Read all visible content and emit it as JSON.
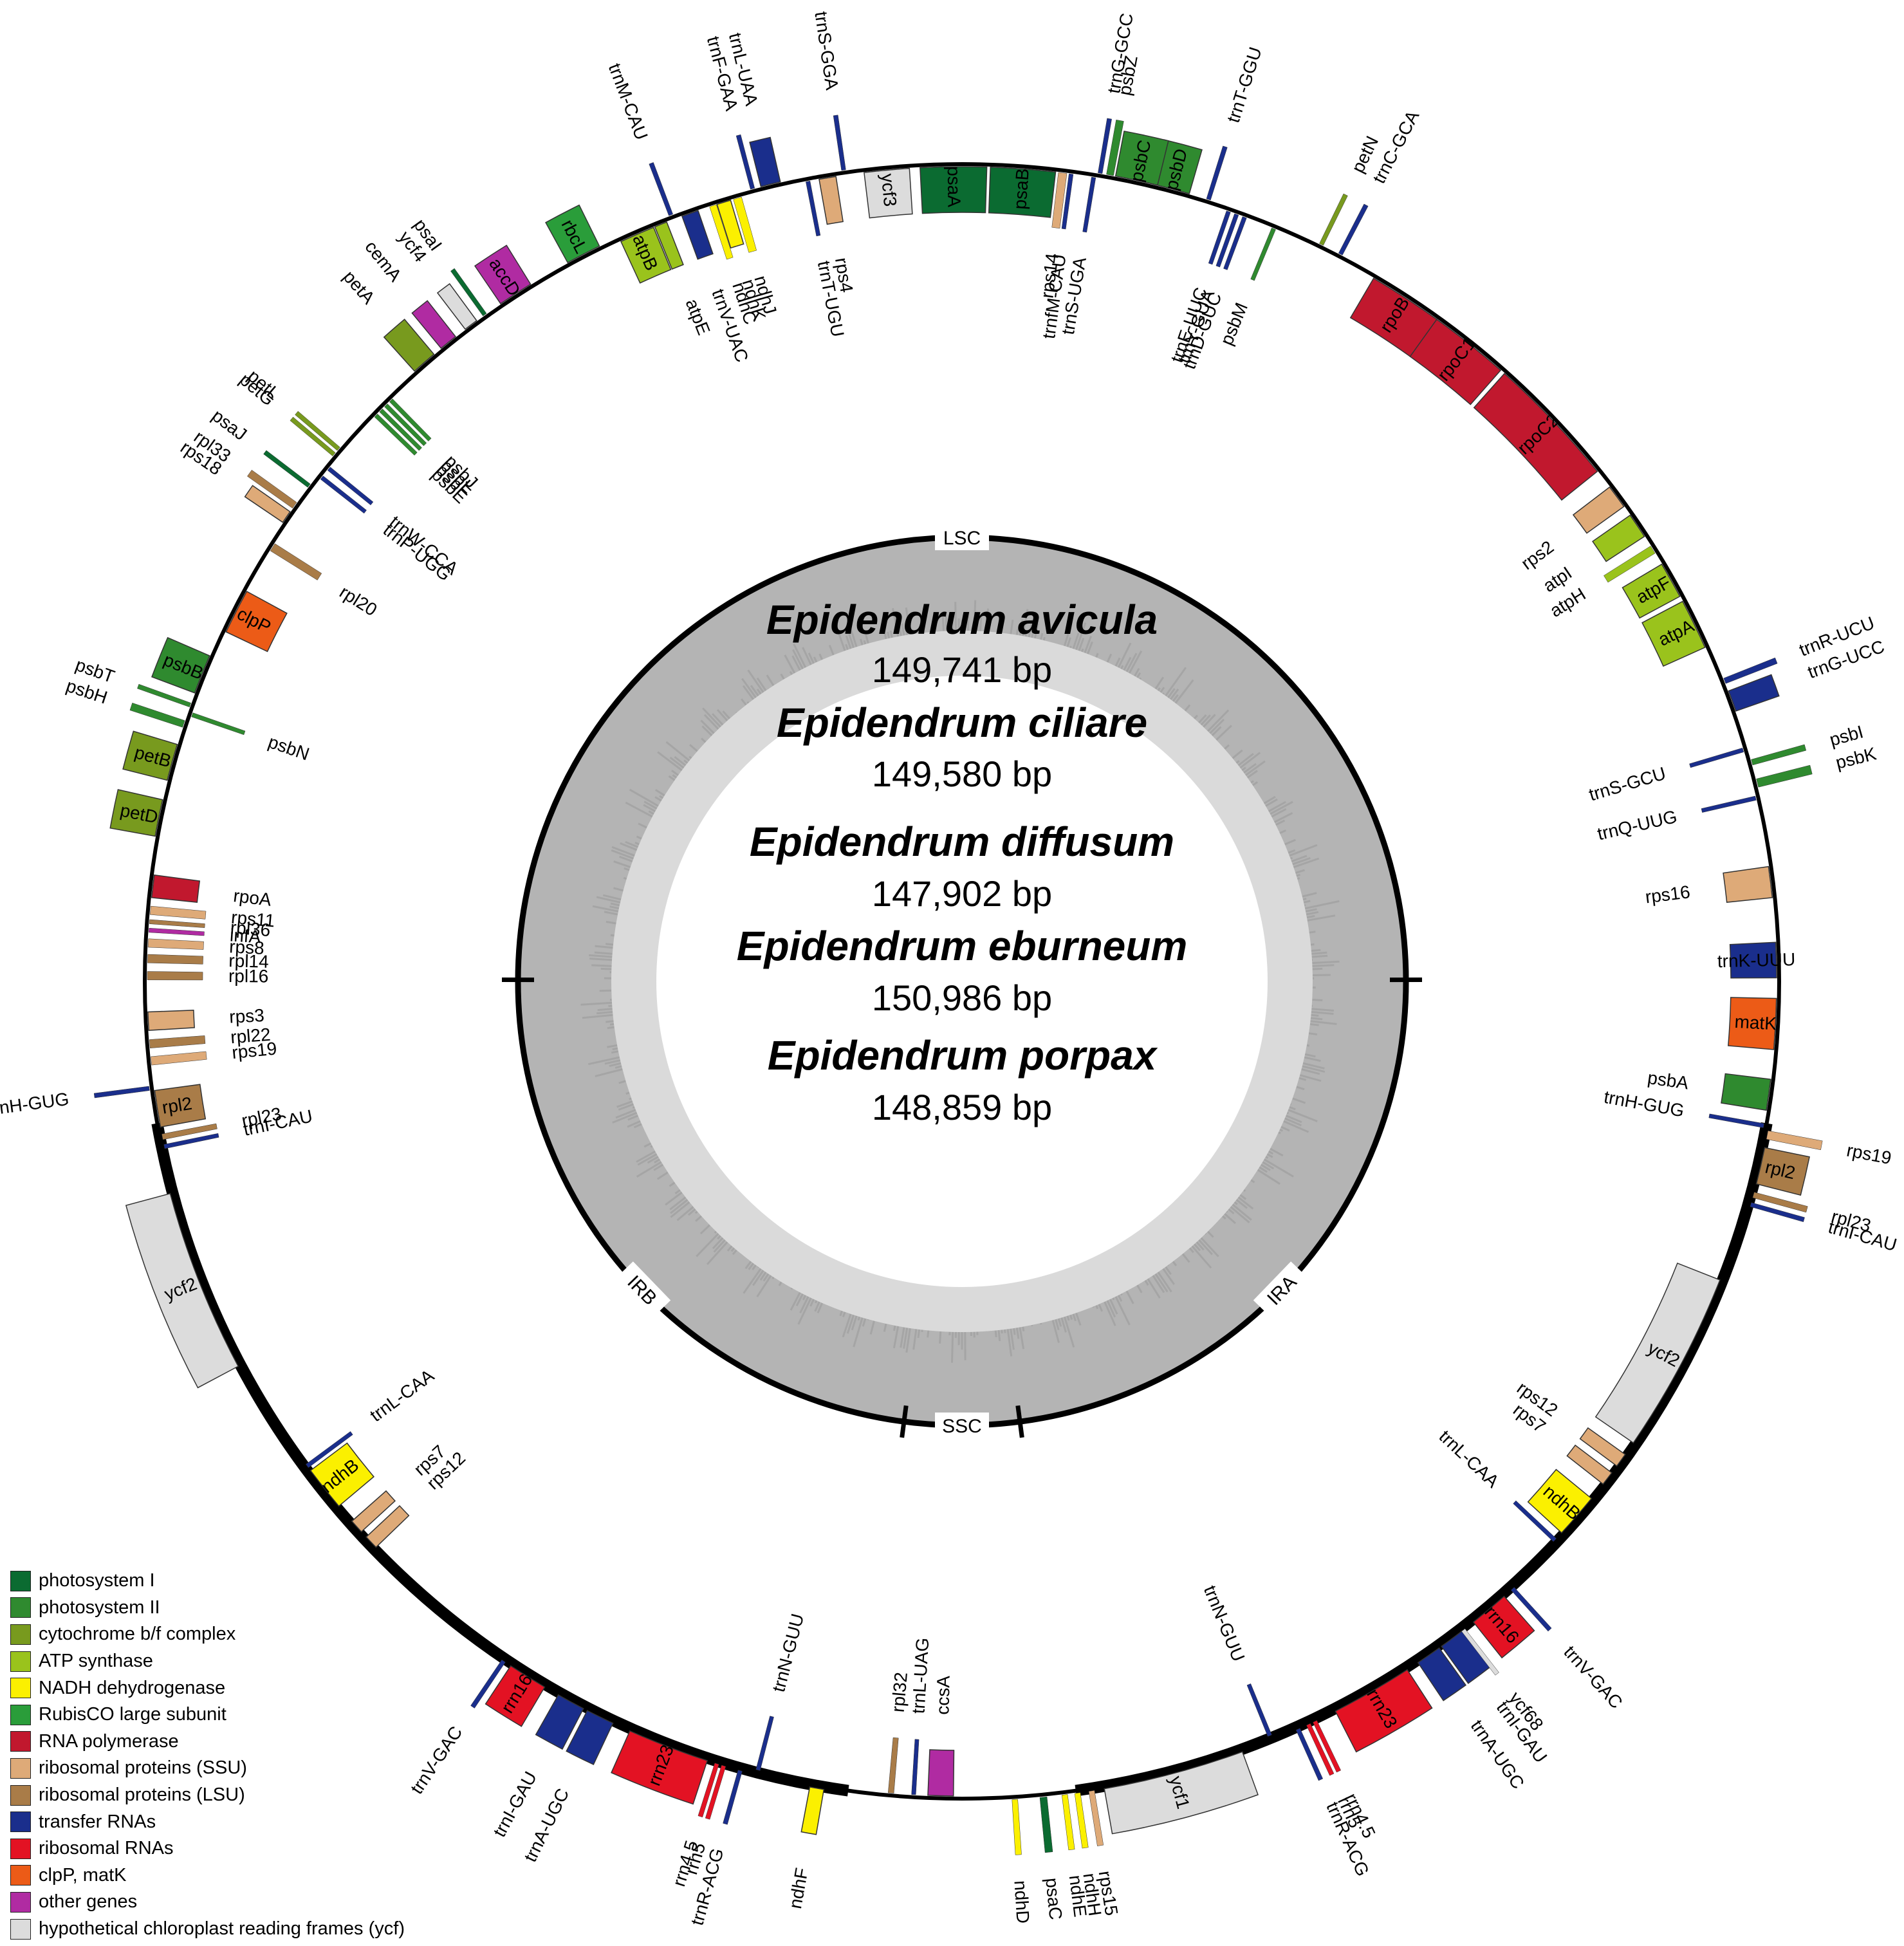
{
  "species": [
    {
      "name": "Epidendrum avicula",
      "size": "149,741 bp"
    },
    {
      "name": "Epidendrum ciliare",
      "size": "149,580 bp"
    },
    {
      "name": "Epidendrum diffusum",
      "size": "147,902 bp"
    },
    {
      "name": "Epidendrum eburneum",
      "size": "150,986 bp"
    },
    {
      "name": "Epidendrum porpax",
      "size": "148,859 bp"
    }
  ],
  "regions": [
    {
      "label": "LSC",
      "angle": 0
    },
    {
      "label": "IRA",
      "angle": 134
    },
    {
      "label": "SSC",
      "angle": 180
    },
    {
      "label": "IRB",
      "angle": 226
    }
  ],
  "legend": [
    {
      "key": "psI",
      "label": "photosystem I",
      "color": "#0b6b31"
    },
    {
      "key": "psII",
      "label": "photosystem II",
      "color": "#2f8a2f"
    },
    {
      "key": "cyt",
      "label": "cytochrome b/f complex",
      "color": "#789a1e"
    },
    {
      "key": "atp",
      "label": "ATP synthase",
      "color": "#9ac31c"
    },
    {
      "key": "ndh",
      "label": "NADH dehydrogenase",
      "color": "#fbf000"
    },
    {
      "key": "rbc",
      "label": "RubisCO large subunit",
      "color": "#2a9d3a"
    },
    {
      "key": "rpo",
      "label": "RNA polymerase",
      "color": "#c1182e"
    },
    {
      "key": "ssu",
      "label": "ribosomal proteins (SSU)",
      "color": "#deaa78"
    },
    {
      "key": "lsu",
      "label": "ribosomal proteins (LSU)",
      "color": "#a97c48"
    },
    {
      "key": "trna",
      "label": "transfer RNAs",
      "color": "#1a2e8c"
    },
    {
      "key": "rrna",
      "label": "ribosomal RNAs",
      "color": "#e31223"
    },
    {
      "key": "clp",
      "label": "clpP, matK",
      "color": "#ec5b17"
    },
    {
      "key": "oth",
      "label": "other genes",
      "color": "#b02ba2"
    },
    {
      "key": "ycf",
      "label": "hypothetical chloroplast reading frames (ycf)",
      "color": "#dcdcdc"
    }
  ],
  "genes": [
    {
      "name": "psbA",
      "angle": 98,
      "width": 2.2,
      "strand": "in",
      "cat": "psII"
    },
    {
      "name": "matK",
      "angle": 93,
      "width": 3.6,
      "strand": "in",
      "cat": "clp"
    },
    {
      "name": "trnK-UUU",
      "angle": 88.5,
      "width": 2.5,
      "strand": "in",
      "cat": "trna"
    },
    {
      "name": "rps16",
      "angle": 83,
      "width": 2.2,
      "strand": "in",
      "cat": "ssu"
    },
    {
      "name": "trnQ-UUG",
      "angle": 77,
      "width": 0.3,
      "strand": "in",
      "cat": "trna"
    },
    {
      "name": "psbK",
      "angle": 76,
      "width": 0.6,
      "strand": "out",
      "cat": "psII"
    },
    {
      "name": "psbI",
      "angle": 74.5,
      "width": 0.4,
      "strand": "out",
      "cat": "psII"
    },
    {
      "name": "trnS-GCU",
      "angle": 73.5,
      "width": 0.3,
      "strand": "in",
      "cat": "trna"
    },
    {
      "name": "trnG-UCC",
      "angle": 70,
      "width": 1.5,
      "strand": "out",
      "cat": "trna"
    },
    {
      "name": "trnR-UCU",
      "angle": 68.5,
      "width": 0.4,
      "strand": "out",
      "cat": "trna"
    },
    {
      "name": "atpA",
      "angle": 64,
      "width": 3.6,
      "strand": "in",
      "cat": "atp"
    },
    {
      "name": "atpF",
      "angle": 60.5,
      "width": 2.6,
      "strand": "in",
      "cat": "atp"
    },
    {
      "name": "atpH",
      "angle": 58,
      "width": 0.6,
      "strand": "in",
      "cat": "atp"
    },
    {
      "name": "atpI",
      "angle": 56,
      "width": 1.8,
      "strand": "in",
      "cat": "atp"
    },
    {
      "name": "rps2",
      "angle": 53.5,
      "width": 1.7,
      "strand": "in",
      "cat": "ssu"
    },
    {
      "name": "rpoC2",
      "angle": 46.5,
      "width": 9.5,
      "strand": "in",
      "cat": "rpo"
    },
    {
      "name": "rpoC1",
      "angle": 38.5,
      "width": 5.8,
      "strand": "in",
      "cat": "rpo"
    },
    {
      "name": "rpoB",
      "angle": 33,
      "width": 5.3,
      "strand": "in",
      "cat": "rpo"
    },
    {
      "name": "trnC-GCA",
      "angle": 27.5,
      "width": 0.3,
      "strand": "out",
      "cat": "trna"
    },
    {
      "name": "petN",
      "angle": 26,
      "width": 0.3,
      "strand": "out",
      "cat": "cyt"
    },
    {
      "name": "psbM",
      "angle": 22.5,
      "width": 0.3,
      "strand": "in",
      "cat": "psII"
    },
    {
      "name": "trnD-GUC",
      "angle": 20.3,
      "width": 0.3,
      "strand": "in",
      "cat": "trna"
    },
    {
      "name": "trnY-GUA",
      "angle": 19.7,
      "width": 0.3,
      "strand": "in",
      "cat": "trna"
    },
    {
      "name": "trnE-UUC",
      "angle": 19.1,
      "width": 0.3,
      "strand": "in",
      "cat": "trna"
    },
    {
      "name": "trnT-GGU",
      "angle": 17.5,
      "width": 0.3,
      "strand": "out",
      "cat": "trna"
    },
    {
      "name": "psbD",
      "angle": 14.8,
      "width": 2.6,
      "strand": "out",
      "cat": "psII"
    },
    {
      "name": "psbC",
      "angle": 12.3,
      "width": 3.0,
      "strand": "out",
      "cat": "psII"
    },
    {
      "name": "psbZ",
      "angle": 10.4,
      "width": 0.5,
      "strand": "out",
      "cat": "psII"
    },
    {
      "name": "trnG-GCC",
      "angle": 9.7,
      "width": 0.3,
      "strand": "out",
      "cat": "trna"
    },
    {
      "name": "trnS-UGA",
      "angle": 9.3,
      "width": 0.3,
      "strand": "in",
      "cat": "trna"
    },
    {
      "name": "trnfM-CAU",
      "angle": 7.7,
      "width": 0.3,
      "strand": "in",
      "cat": "trna"
    },
    {
      "name": "rps14",
      "angle": 7.1,
      "width": 0.6,
      "strand": "in",
      "cat": "ssu"
    },
    {
      "name": "psaB",
      "angle": 4.3,
      "width": 4.6,
      "strand": "in",
      "cat": "psI"
    },
    {
      "name": "psaA",
      "angle": -0.6,
      "width": 4.7,
      "strand": "in",
      "cat": "psI"
    },
    {
      "name": "ycf3",
      "angle": -5.3,
      "width": 3.2,
      "strand": "in",
      "cat": "ycf"
    },
    {
      "name": "trnS-GGA",
      "angle": -8.3,
      "width": 0.3,
      "strand": "out",
      "cat": "trna"
    },
    {
      "name": "rps4",
      "angle": -9.5,
      "width": 1.2,
      "strand": "in",
      "cat": "ssu"
    },
    {
      "name": "trnT-UGU",
      "angle": -10.9,
      "width": 0.3,
      "strand": "in",
      "cat": "trna"
    },
    {
      "name": "trnL-UAA",
      "angle": -13.5,
      "width": 1.4,
      "strand": "out",
      "cat": "trna"
    },
    {
      "name": "trnF-GAA",
      "angle": -14.8,
      "width": 0.3,
      "strand": "out",
      "cat": "trna"
    },
    {
      "name": "ndhJ",
      "angle": -16.0,
      "width": 0.6,
      "strand": "in",
      "cat": "ndh"
    },
    {
      "name": "ndhK",
      "angle": -17.0,
      "width": 1.0,
      "strand": "in",
      "cat": "ndh"
    },
    {
      "name": "ndhC",
      "angle": -17.8,
      "width": 0.5,
      "strand": "in",
      "cat": "ndh"
    },
    {
      "name": "trnV-UAC",
      "angle": -19.5,
      "width": 1.2,
      "strand": "in",
      "cat": "trna"
    },
    {
      "name": "trnM-CAU",
      "angle": -20.8,
      "width": 0.3,
      "strand": "out",
      "cat": "trna"
    },
    {
      "name": "atpE",
      "angle": -21.7,
      "width": 0.9,
      "strand": "in",
      "cat": "atp"
    },
    {
      "name": "atpB",
      "angle": -23.5,
      "width": 2.5,
      "strand": "in",
      "cat": "atp"
    },
    {
      "name": "rbcL",
      "angle": -27.5,
      "width": 2.5,
      "strand": "out",
      "cat": "rbc"
    },
    {
      "name": "accD",
      "angle": -33,
      "width": 2.5,
      "strand": "out",
      "cat": "oth"
    },
    {
      "name": "psaI",
      "angle": -35.6,
      "width": 0.3,
      "strand": "out",
      "cat": "psI"
    },
    {
      "name": "ycf4",
      "angle": -36.8,
      "width": 1.0,
      "strand": "out",
      "cat": "ycf"
    },
    {
      "name": "cemA",
      "angle": -38.8,
      "width": 1.3,
      "strand": "out",
      "cat": "oth"
    },
    {
      "name": "petA",
      "angle": -41,
      "width": 1.8,
      "strand": "out",
      "cat": "cyt"
    },
    {
      "name": "psbJ",
      "angle": -44.5,
      "width": 0.3,
      "strand": "in",
      "cat": "psII"
    },
    {
      "name": "psbL",
      "angle": -45.0,
      "width": 0.3,
      "strand": "in",
      "cat": "psII"
    },
    {
      "name": "psbF",
      "angle": -45.5,
      "width": 0.3,
      "strand": "in",
      "cat": "psII"
    },
    {
      "name": "psbE",
      "angle": -46.0,
      "width": 0.3,
      "strand": "in",
      "cat": "psII"
    },
    {
      "name": "petL",
      "angle": -49.5,
      "width": 0.3,
      "strand": "out",
      "cat": "cyt"
    },
    {
      "name": "petG",
      "angle": -50.0,
      "width": 0.3,
      "strand": "out",
      "cat": "cyt"
    },
    {
      "name": "trnW-CCA",
      "angle": -51.0,
      "width": 0.3,
      "strand": "in",
      "cat": "trna"
    },
    {
      "name": "trnP-UGG",
      "angle": -51.8,
      "width": 0.3,
      "strand": "in",
      "cat": "trna"
    },
    {
      "name": "psaJ",
      "angle": -52.8,
      "width": 0.3,
      "strand": "out",
      "cat": "psI"
    },
    {
      "name": "rpl33",
      "angle": -54.5,
      "width": 0.5,
      "strand": "out",
      "cat": "lsu"
    },
    {
      "name": "rps18",
      "angle": -55.5,
      "width": 0.9,
      "strand": "out",
      "cat": "ssu"
    },
    {
      "name": "rpl20",
      "angle": -57.8,
      "width": 0.6,
      "strand": "in",
      "cat": "lsu"
    },
    {
      "name": "clpP",
      "angle": -63,
      "width": 3.2,
      "strand": "in",
      "cat": "clp"
    },
    {
      "name": "psbB",
      "angle": -68,
      "width": 2.8,
      "strand": "out",
      "cat": "psII"
    },
    {
      "name": "psbT",
      "angle": -70.3,
      "width": 0.3,
      "strand": "out",
      "cat": "psII"
    },
    {
      "name": "psbN",
      "angle": -70.9,
      "width": 0.3,
      "strand": "in",
      "cat": "psII"
    },
    {
      "name": "psbH",
      "angle": -71.7,
      "width": 0.5,
      "strand": "out",
      "cat": "psII"
    },
    {
      "name": "petB",
      "angle": -74.5,
      "width": 2.6,
      "strand": "out",
      "cat": "cyt"
    },
    {
      "name": "petD",
      "angle": -78.5,
      "width": 2.6,
      "strand": "out",
      "cat": "cyt"
    },
    {
      "name": "rpoA",
      "angle": -83.3,
      "width": 1.6,
      "strand": "in",
      "cat": "rpo"
    },
    {
      "name": "rps11",
      "angle": -85.0,
      "width": 0.6,
      "strand": "in",
      "cat": "ssu"
    },
    {
      "name": "rpl36",
      "angle": -85.8,
      "width": 0.3,
      "strand": "in",
      "cat": "lsu"
    },
    {
      "name": "infA",
      "angle": -86.4,
      "width": 0.3,
      "strand": "in",
      "cat": "oth"
    },
    {
      "name": "rps8",
      "angle": -87.3,
      "width": 0.6,
      "strand": "in",
      "cat": "ssu"
    },
    {
      "name": "rpl14",
      "angle": -88.4,
      "width": 0.6,
      "strand": "in",
      "cat": "lsu"
    },
    {
      "name": "rpl16",
      "angle": -89.6,
      "width": 0.6,
      "strand": "in",
      "cat": "lsu"
    },
    {
      "name": "rps3",
      "angle": -92.8,
      "width": 1.3,
      "strand": "in",
      "cat": "ssu"
    },
    {
      "name": "rpl22",
      "angle": -94.4,
      "width": 0.6,
      "strand": "in",
      "cat": "lsu"
    },
    {
      "name": "rps19",
      "angle": -95.6,
      "width": 0.6,
      "strand": "in",
      "cat": "ssu"
    },
    {
      "name": "rpl2",
      "angle": -99.0,
      "width": 2.6,
      "strand": "in",
      "cat": "lsu"
    },
    {
      "name": "rpl23",
      "angle": -101.0,
      "width": 0.4,
      "strand": "in",
      "cat": "lsu"
    },
    {
      "name": "trnI-CAU",
      "angle": -101.7,
      "width": 0.3,
      "strand": "in",
      "cat": "trna"
    },
    {
      "name": "trnH-GUG",
      "angle": -97.5,
      "width": 0.3,
      "strand": "out",
      "cat": "trna"
    },
    {
      "name": "ycf2",
      "angle": -111.5,
      "width": 13,
      "strand": "out",
      "cat": "ycf"
    },
    {
      "name": "trnL-CAA",
      "angle": -126.5,
      "width": 0.3,
      "strand": "in",
      "cat": "trna"
    },
    {
      "name": "ndhB",
      "angle": -128.5,
      "width": 3.2,
      "strand": "in",
      "cat": "ndh"
    },
    {
      "name": "rps7",
      "angle": -132.0,
      "width": 1.0,
      "strand": "in",
      "cat": "ssu"
    },
    {
      "name": "rps12",
      "angle": -133.5,
      "width": 1.0,
      "strand": "in",
      "cat": "ssu"
    },
    {
      "name": "trnV-GAC",
      "angle": -146.0,
      "width": 0.3,
      "strand": "out",
      "cat": "trna"
    },
    {
      "name": "rrn16",
      "angle": -148.0,
      "width": 2.8,
      "strand": "out",
      "cat": "rrna"
    },
    {
      "name": "trnI-GAU",
      "angle": -151.5,
      "width": 2.0,
      "strand": "out",
      "cat": "trna"
    },
    {
      "name": "trnA-UGC",
      "angle": -153.8,
      "width": 2.0,
      "strand": "out",
      "cat": "trna"
    },
    {
      "name": "rrn23",
      "angle": -159.0,
      "width": 5.8,
      "strand": "out",
      "cat": "rrna"
    },
    {
      "name": "rrn4.5",
      "angle": -162.6,
      "width": 0.25,
      "strand": "out",
      "cat": "rrna"
    },
    {
      "name": "rrn5",
      "angle": -163.1,
      "width": 0.25,
      "strand": "out",
      "cat": "rrna"
    },
    {
      "name": "trnR-ACG",
      "angle": -164.3,
      "width": 0.3,
      "strand": "out",
      "cat": "trna"
    },
    {
      "name": "trnN-GUU",
      "angle": -165.5,
      "width": 0.3,
      "strand": "in",
      "cat": "trna"
    },
    {
      "name": "ndhF",
      "angle": -169.8,
      "width": 1.0,
      "strand": "out",
      "cat": "ndh"
    },
    {
      "name": "rpl32",
      "angle": -175.0,
      "width": 0.4,
      "strand": "in",
      "cat": "lsu"
    },
    {
      "name": "trnL-UAG",
      "angle": -176.6,
      "width": 0.3,
      "strand": "in",
      "cat": "trna"
    },
    {
      "name": "ccsA",
      "angle": -178.5,
      "width": 1.8,
      "strand": "in",
      "cat": "oth"
    },
    {
      "name": "ndhD",
      "angle": 176.3,
      "width": 0.4,
      "strand": "out",
      "cat": "ndh"
    },
    {
      "name": "psaC",
      "angle": 174.3,
      "width": 0.5,
      "strand": "out",
      "cat": "psI"
    },
    {
      "name": "ndhE",
      "angle": 172.8,
      "width": 0.4,
      "strand": "out",
      "cat": "ndh"
    },
    {
      "name": "ndhH",
      "angle": 171.9,
      "width": 0.4,
      "strand": "out",
      "cat": "ndh"
    },
    {
      "name": "rps15",
      "angle": 170.9,
      "width": 0.4,
      "strand": "out",
      "cat": "ssu"
    },
    {
      "name": "ycf1",
      "angle": 165,
      "width": 10,
      "strand": "out",
      "cat": "ycf"
    },
    {
      "name": "trnN-GUU",
      "angle": 157.8,
      "width": 0.3,
      "strand": "in",
      "cat": "trna"
    },
    {
      "name": "trnR-ACG",
      "angle": 155.8,
      "width": 0.3,
      "strand": "out",
      "cat": "trna"
    },
    {
      "name": "rrn5",
      "angle": 155.0,
      "width": 0.25,
      "strand": "out",
      "cat": "rrna"
    },
    {
      "name": "rrn4.5",
      "angle": 154.5,
      "width": 0.25,
      "strand": "out",
      "cat": "rrna"
    },
    {
      "name": "rrn23",
      "angle": 150.0,
      "width": 5.8,
      "strand": "out",
      "cat": "rrna"
    },
    {
      "name": "trnA-UGC",
      "angle": 145.3,
      "width": 1.8,
      "strand": "out",
      "cat": "trna"
    },
    {
      "name": "trnI-GAU",
      "angle": 143.3,
      "width": 1.8,
      "strand": "out",
      "cat": "trna"
    },
    {
      "name": "ycf68",
      "angle": 142.3,
      "width": 0.3,
      "strand": "out",
      "cat": "ycf"
    },
    {
      "name": "rrn16",
      "angle": 140.0,
      "width": 2.8,
      "strand": "out",
      "cat": "rrna"
    },
    {
      "name": "trnV-GAC",
      "angle": 137.8,
      "width": 0.3,
      "strand": "out",
      "cat": "trna"
    },
    {
      "name": "rps12",
      "angle": 126.0,
      "width": 1.0,
      "strand": "in",
      "cat": "ssu"
    },
    {
      "name": "rps7",
      "angle": 127.6,
      "width": 1.0,
      "strand": "in",
      "cat": "ssu"
    },
    {
      "name": "ndhB",
      "angle": 131.0,
      "width": 3.2,
      "strand": "in",
      "cat": "ndh"
    },
    {
      "name": "trnL-CAA",
      "angle": 133.3,
      "width": 0.3,
      "strand": "in",
      "cat": "trna"
    },
    {
      "name": "ycf2",
      "angle": 118.0,
      "width": 13,
      "strand": "in",
      "cat": "ycf"
    },
    {
      "name": "trnI-CAU",
      "angle": 105.8,
      "width": 0.3,
      "strand": "out",
      "cat": "trna"
    },
    {
      "name": "rpl23",
      "angle": 105.1,
      "width": 0.4,
      "strand": "out",
      "cat": "lsu"
    },
    {
      "name": "rpl2",
      "angle": 103.0,
      "width": 2.6,
      "strand": "out",
      "cat": "lsu"
    },
    {
      "name": "rps19",
      "angle": 100.8,
      "width": 0.6,
      "strand": "out",
      "cat": "ssu"
    },
    {
      "name": "trnH-GUG",
      "angle": 100.2,
      "width": 0.3,
      "strand": "in",
      "cat": "trna"
    }
  ]
}
